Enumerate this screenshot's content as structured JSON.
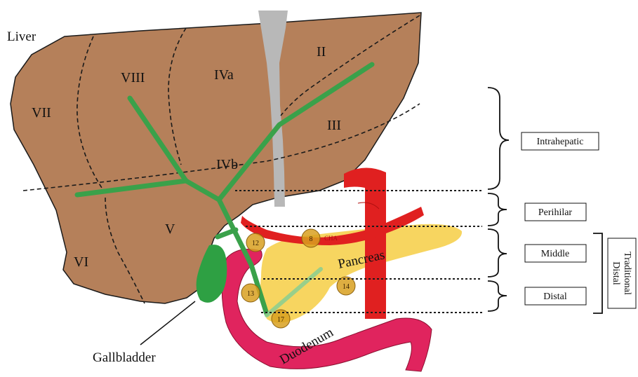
{
  "labels": {
    "liver": "Liver",
    "gallbladder": "Gallbladder",
    "pancreas": "Pancreas",
    "duodenum": "Duodenum",
    "cha": "CHA"
  },
  "segments": {
    "II": "II",
    "III": "III",
    "IVa": "IVa",
    "IVb": "IVb",
    "V": "V",
    "VI": "VI",
    "VII": "VII",
    "VIII": "VIII"
  },
  "regions": {
    "intrahepatic": "Intrahepatic",
    "perihilar": "Perihilar",
    "middle": "Middle",
    "distal": "Distal",
    "traditional_distal_line1": "Traditional",
    "traditional_distal_line2": "Distal"
  },
  "lymph_nodes": {
    "n8": "8",
    "n12": "12",
    "n13": "13",
    "n14": "14",
    "n17": "17"
  },
  "colors": {
    "liver": "#b5805a",
    "bile_duct": "#3aa14a",
    "gallbladder": "#2ea043",
    "artery": "#e02020",
    "pancreas": "#f7d560",
    "duodenum": "#e0245e",
    "lymph_node": "#d8a020",
    "ligament": "#b8b8b8"
  }
}
